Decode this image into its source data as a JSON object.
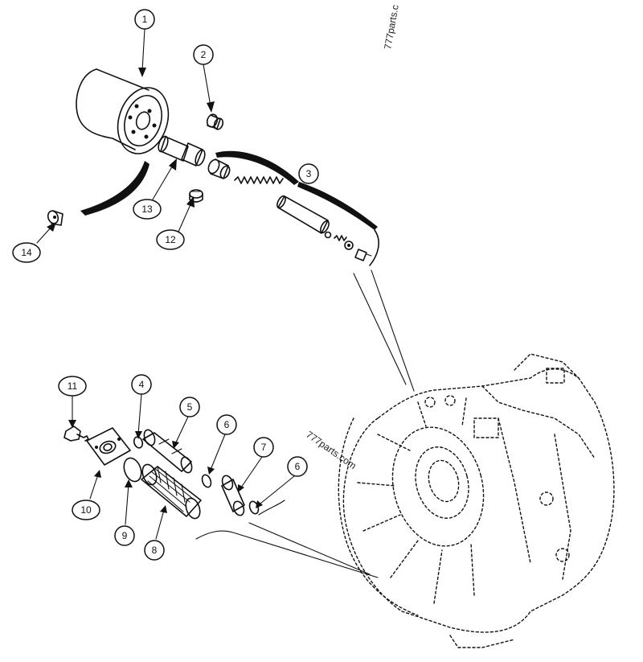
{
  "watermarks": [
    "777parts.c",
    "777parts.com"
  ],
  "callouts": [
    {
      "label": "1"
    },
    {
      "label": "2"
    },
    {
      "label": "3"
    },
    {
      "label": "13"
    },
    {
      "label": "12"
    },
    {
      "label": "14"
    },
    {
      "label": "11"
    },
    {
      "label": "4"
    },
    {
      "label": "5"
    },
    {
      "label": "6"
    },
    {
      "label": "7"
    },
    {
      "label": "6"
    },
    {
      "label": "10"
    },
    {
      "label": "9"
    },
    {
      "label": "8"
    }
  ]
}
